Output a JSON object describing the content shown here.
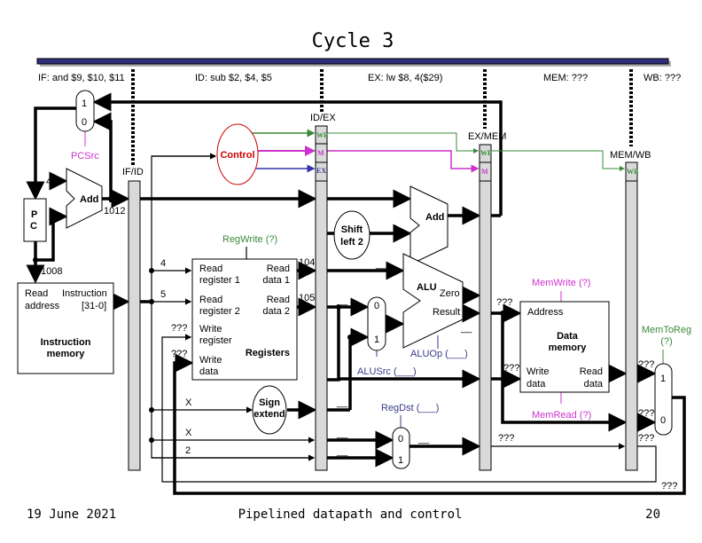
{
  "title": "Cycle 3",
  "stages": {
    "if": "IF: and $9, $10, $11",
    "id": "ID: sub $2, $4, $5",
    "ex": "EX: lw $8, 4($29)",
    "mem": "MEM: ???",
    "wb": "WB: ???"
  },
  "pipeline_registers": {
    "if_id": "IF/ID",
    "id_ex": "ID/EX",
    "ex_mem": "EX/MEM",
    "mem_wb": "MEM/WB",
    "wb": "WB",
    "m": "M",
    "ex": "EX"
  },
  "colors": {
    "wb": "#3a8a3a",
    "m": "#cc33cc",
    "ex": "#3333aa",
    "control": "#cc0000",
    "bar": "#2e2e7a"
  },
  "if_stage": {
    "mux_in1": "1",
    "mux_in0": "0",
    "pcsrc": "PCSrc",
    "four": "4",
    "add": "Add",
    "pc_plus4": "1012",
    "pc_line1": "P",
    "pc_line2": "C",
    "pc_value": "1008",
    "imem_read": "Read",
    "imem_address": "address",
    "imem_instruction": "Instruction",
    "imem_bits": "[31-0]",
    "imem_title1": "Instruction",
    "imem_title2": "memory"
  },
  "id_stage": {
    "control": "Control",
    "regwrite": "RegWrite (?)",
    "rr1_val": "4",
    "rr2_val": "5",
    "wr_val": "???",
    "wd_val": "???",
    "read_register_1a": "Read",
    "read_register_1b": "register 1",
    "read_register_2a": "Read",
    "read_register_2b": "register 2",
    "write_register_a": "Write",
    "write_register_b": "register",
    "write_data_a": "Write",
    "write_data_b": "data",
    "read_data_1a": "Read",
    "read_data_1b": "data 1",
    "read_data_2a": "Read",
    "read_data_2b": "data 2",
    "registers": "Registers",
    "rd1_val": "104",
    "rd2_val": "105",
    "sign1": "Sign",
    "sign2": "extend",
    "imm_val": "X",
    "rt_val": "X",
    "rd_val": "2"
  },
  "ex_stage": {
    "shift1": "Shift",
    "shift2": "left 2",
    "add": "Add",
    "alu": "ALU",
    "zero": "Zero",
    "result": "Result",
    "alusrc": "ALUSrc (___)",
    "aluop": "ALUOp (___)",
    "mux0": "0",
    "mux1": "1",
    "regdst": "RegDst (___)",
    "regdst0": "0",
    "regdst1": "1",
    "blank": "__"
  },
  "mem_stage": {
    "memwrite": "MemWrite (?)",
    "memread": "MemRead (?)",
    "address": "Address",
    "dm1": "Data",
    "dm2": "memory",
    "write_data_a": "Write",
    "write_data_b": "data",
    "read_data_a": "Read",
    "read_data_b": "data",
    "addr_val": "???",
    "wd_val": "???",
    "dst_val": "???"
  },
  "wb_stage": {
    "memtoreg1": "MemToReg",
    "memtoreg2": "(?)",
    "mux1": "1",
    "mux0": "0",
    "in1_val": "???",
    "in0_val": "???",
    "dst_val": "???",
    "out_val": "???"
  },
  "footer": {
    "date": "19 June 2021",
    "caption": "Pipelined datapath and control",
    "page": "20"
  }
}
